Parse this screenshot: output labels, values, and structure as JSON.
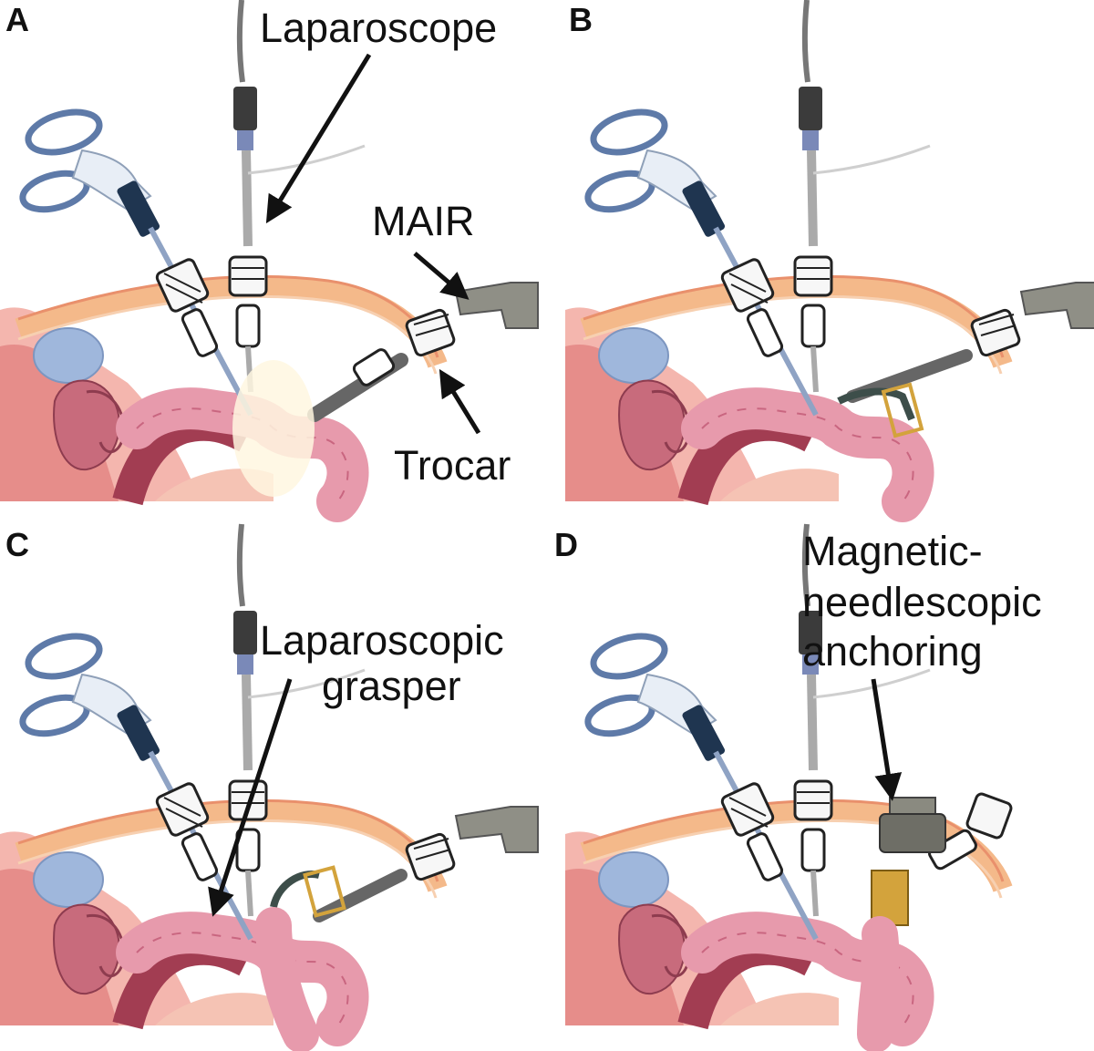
{
  "panels": [
    {
      "id": "A",
      "letter": "A"
    },
    {
      "id": "B",
      "letter": "B"
    },
    {
      "id": "C",
      "letter": "C"
    },
    {
      "id": "D",
      "letter": "D"
    }
  ],
  "labels": {
    "laparoscope": "Laparoscope",
    "mair": "MAIR",
    "trocar": "Trocar",
    "grasper_line1": "Laparoscopic",
    "grasper_line2": "grasper",
    "anchoring_line1": "Magnetic-",
    "anchoring_line2": "needlescopic",
    "anchoring_line3": "anchoring"
  },
  "colors": {
    "background": "#ffffff",
    "ink": "#111111",
    "tissue_pink": "#f0a8b4",
    "tissue_dark": "#c85a6e",
    "abdominal_wall": "#f4b98a",
    "instrument_gray": "#8a8a80",
    "instrument_dark": "#3a3a3a",
    "bladder_blue": "#9fb7dc"
  }
}
